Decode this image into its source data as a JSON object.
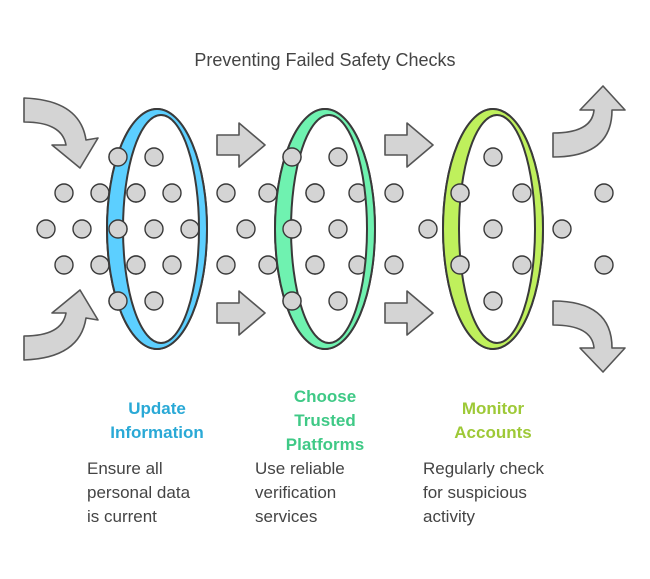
{
  "title": "Preventing Failed Safety Checks",
  "steps": [
    {
      "title": "Update\nInformation",
      "desc": "Ensure all\npersonal data\nis current",
      "color": "#2aa9d6",
      "ring": "#5ccfff"
    },
    {
      "title": "Choose\nTrusted\nPlatforms",
      "desc": "Use reliable\nverification\nservices",
      "color": "#3fc986",
      "ring": "#6ff2b0"
    },
    {
      "title": "Monitor\nAccounts",
      "desc": "Regularly check\nfor suspicious\nactivity",
      "color": "#9ec937",
      "ring": "#bff05c"
    }
  ],
  "colors": {
    "arrow_fill": "#d4d4d4",
    "arrow_stroke": "#555555",
    "dot_fill": "#d4d4d4",
    "outline": "#3a3a3a",
    "text": "#444444"
  }
}
